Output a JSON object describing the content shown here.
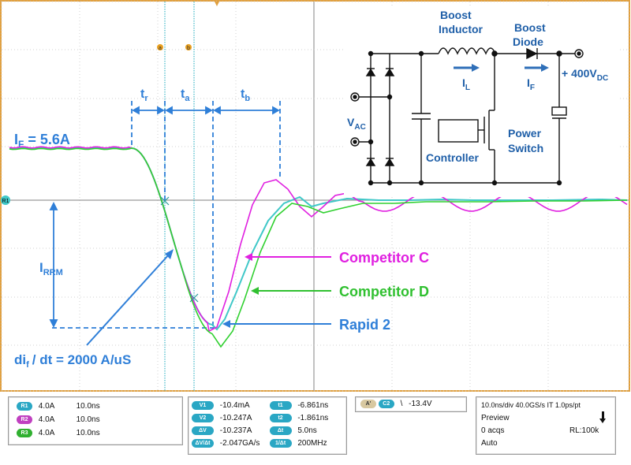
{
  "colors": {
    "frame": "#e0a040",
    "grid": "#c8c8c8",
    "blue": "#2f7fd8",
    "magenta": "#e020e0",
    "green": "#30d030",
    "cyan": "#40c8c8",
    "ch_r1": "#2aa7c4",
    "ch_r2": "#c040c0",
    "ch_r3": "#30b030"
  },
  "markers": {
    "a": "a",
    "b": "b",
    "ref": "R1"
  },
  "annotations": {
    "tr": "t",
    "tr_sub": "r",
    "ta": "t",
    "ta_sub": "a",
    "tb": "t",
    "tb_sub": "b",
    "if_label": "I",
    "if_sub": "F",
    "if_value": " = 5.6A",
    "irrm": "I",
    "irrm_sub": "RRM",
    "didt_a": "di",
    "didt_sub": "f",
    "didt_b": "/ dt = 2000 A/uS",
    "competitor_c": "Competitor C",
    "competitor_d": "Competitor D",
    "rapid2": "Rapid 2"
  },
  "circuit": {
    "boost_inductor_1": "Boost",
    "boost_inductor_2": "Inductor",
    "boost_diode_1": "Boost",
    "boost_diode_2": "Diode",
    "il": "I",
    "il_sub": "L",
    "if": "I",
    "if_sub": "F",
    "vdc": "+ 400V",
    "vdc_sub": "DC",
    "vac": "V",
    "vac_sub": "AC",
    "controller": "Controller",
    "power": "Power",
    "switch": "Switch"
  },
  "channels": [
    {
      "chip": "R1",
      "scale": "4.0A",
      "time": "10.0ns",
      "color": "#2aa7c4"
    },
    {
      "chip": "R2",
      "scale": "4.0A",
      "time": "10.0ns",
      "color": "#c040c0"
    },
    {
      "chip": "R3",
      "scale": "4.0A",
      "time": "10.0ns",
      "color": "#30b030"
    }
  ],
  "cursors": [
    {
      "chip": "V1",
      "value": "-10.4mA",
      "chip2": "t1",
      "value2": "-6.861ns"
    },
    {
      "chip": "V2",
      "value": "-10.247A",
      "chip2": "t2",
      "value2": "-1.861ns"
    },
    {
      "chip": "ΔV",
      "value": "-10.237A",
      "chip2": "Δt",
      "value2": "5.0ns"
    },
    {
      "chip": "ΔV/Δt",
      "value": "-2.047GA/s",
      "chip2": "1/Δt",
      "value2": "200MHz"
    }
  ],
  "trigger": {
    "mode": "A'",
    "chip": "C2",
    "slope": "\\",
    "level": "-13.4V"
  },
  "timebase": {
    "line1": "10.0ns/div  40.0GS/s  IT   1.0ps/pt",
    "preview": "Preview",
    "acqs": "0 acqs",
    "rl": "RL:100k",
    "auto": "Auto"
  }
}
